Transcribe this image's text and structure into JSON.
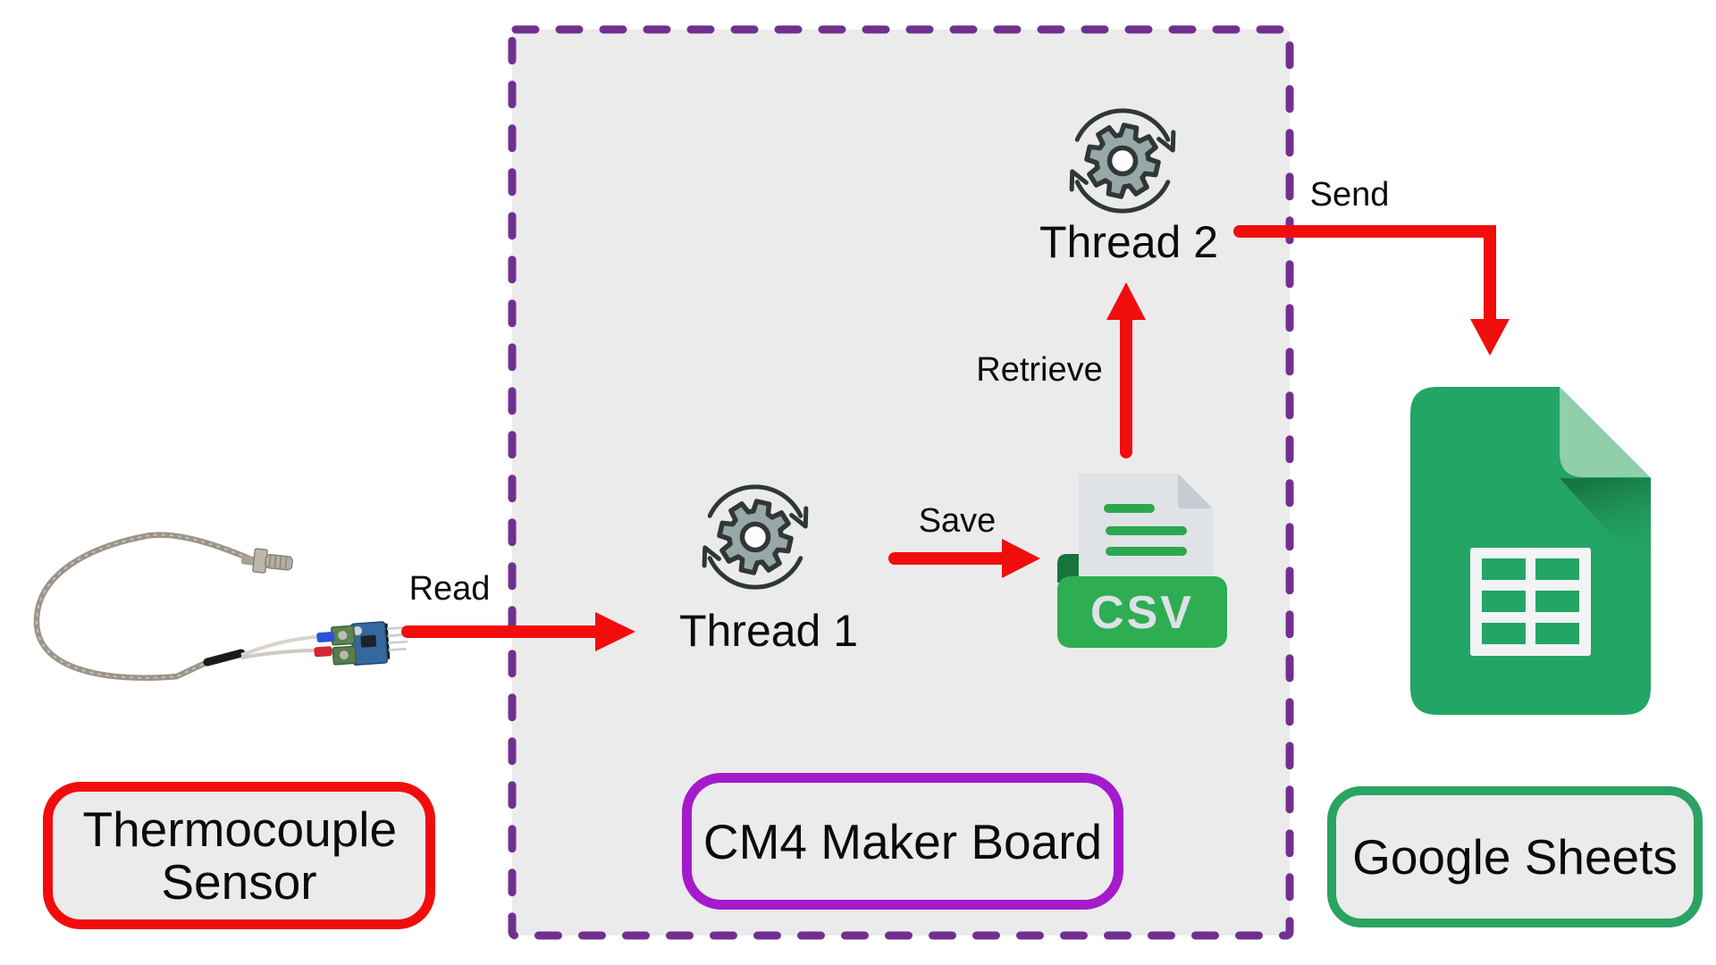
{
  "diagram": {
    "nodes": {
      "thermocouple": {
        "label": "Thermocouple Sensor"
      },
      "cm4_board": {
        "label": "CM4 Maker Board"
      },
      "thread1": {
        "label": "Thread 1"
      },
      "thread2": {
        "label": "Thread 2"
      },
      "csv_file": {
        "label": "CSV"
      },
      "google_sheets": {
        "label": "Google Sheets"
      }
    },
    "flows": [
      {
        "label": "Read",
        "from": "thermocouple",
        "to": "thread1"
      },
      {
        "label": "Save",
        "from": "thread1",
        "to": "csv_file"
      },
      {
        "label": "Retrieve",
        "from": "csv_file",
        "to": "thread2"
      },
      {
        "label": "Send",
        "from": "thread2",
        "to": "google_sheets"
      }
    ],
    "colors": {
      "arrow_red": "#F20D0D",
      "board_dashed_purple": "#71308F",
      "cm4_badge_purple": "#A41BCB",
      "thermocouple_badge_red": "#F20D0D",
      "google_sheets_badge_green": "#2AA363",
      "sheets_icon_green": "#23A566",
      "csv_banner_green": "#2EAD52",
      "panel_gray": "#EBEBEB"
    }
  }
}
